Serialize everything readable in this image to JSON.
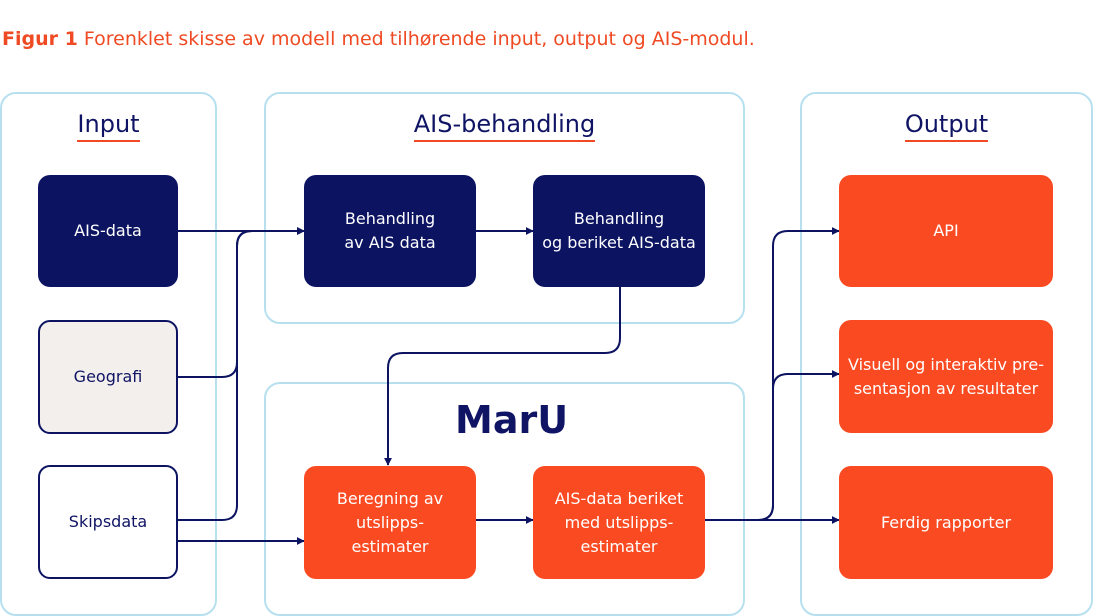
{
  "caption": {
    "label": "Figur 1",
    "text": "Forenklet skisse av modell med tilhørende input, output og AIS-modul."
  },
  "panels": {
    "input": "Input",
    "ais": "AIS-behandling",
    "maru": "MarU",
    "output": "Output"
  },
  "boxes": {
    "ais_data": "AIS-data",
    "geografi": "Geografi",
    "skipsdata": "Skipsdata",
    "behandling_ais": "Behandling\nav AIS data",
    "behandling_beriket": "Behandling\nog beriket AIS-data",
    "beregning": "Beregning av\nutslipps-\nestimater",
    "ais_beriket": "AIS-data beriket\nmed utslipps-\nestimater",
    "api": "API",
    "visuell": "Visuell og interaktiv pre-\nsentasjon av resultater",
    "rapporter": "Ferdig rapporter"
  },
  "colors": {
    "navy": "#0c1462",
    "orange": "#fa4a22",
    "panel_border": "#b7e0ef",
    "caption": "#ef4a23"
  }
}
